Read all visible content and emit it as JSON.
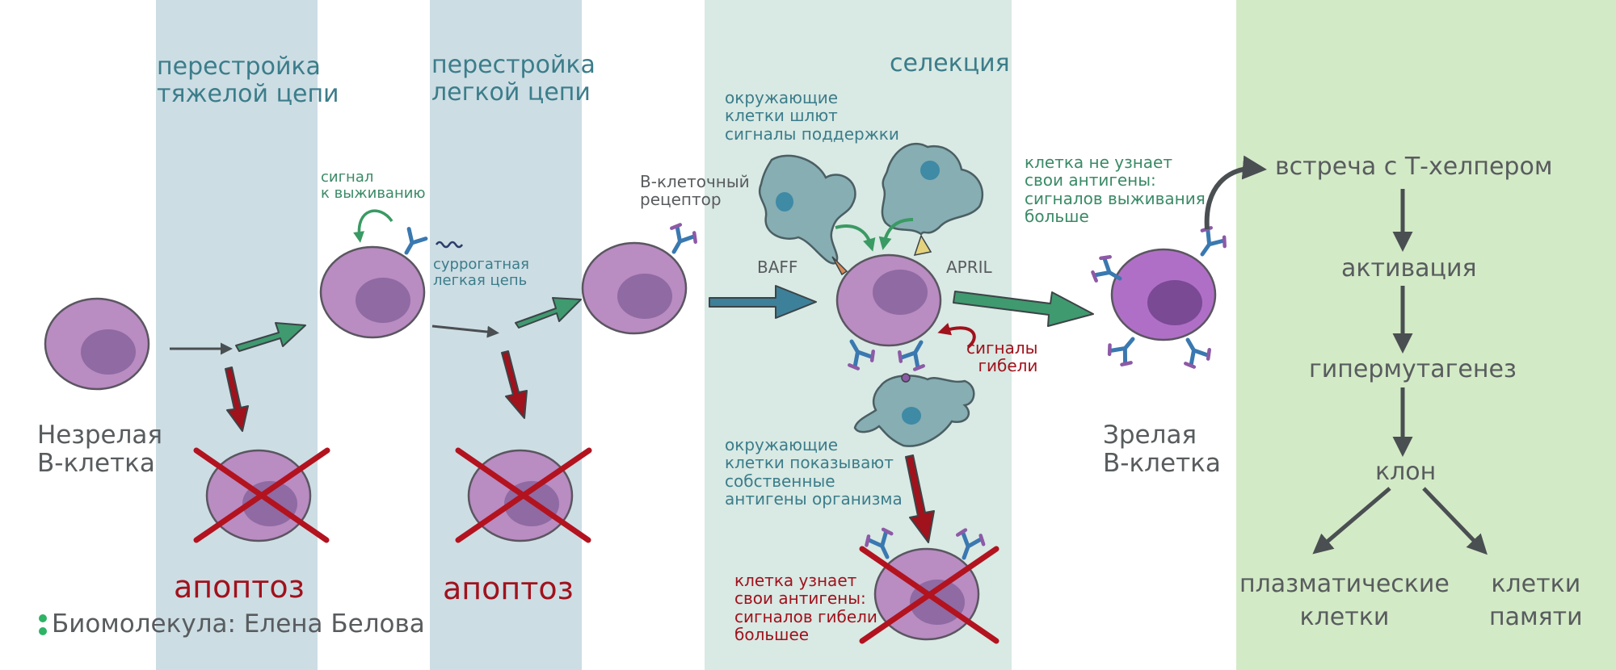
{
  "colors": {
    "band_blue": "#cddde4",
    "band_selection": "#d9e9e4",
    "band_green": "#d3eac6",
    "cell_fill": "#b98cc2",
    "cell_nucleus": "#8f6aa3",
    "mature_cell_fill": "#b06fc7",
    "arrow_green": "#3f9a6f",
    "arrow_blue": "#3d8099",
    "arrow_red": "#a0121c",
    "cross_red": "#b2131f",
    "antibody_blue": "#3a78b0",
    "antibody_purple": "#8d5aa6",
    "support_cell": "#86aeb3",
    "text_teal": "#3b7d8a",
    "text_gray": "#585c5e",
    "logo_green": "#2fb366"
  },
  "stages": {
    "heavy": "перестройка\nтяжелой цепи",
    "light": "перестройка\nлегкой цепи",
    "selection": "селекция"
  },
  "labels": {
    "immature": "Незрелая\nB-клетка",
    "mature": "Зрелая\nB-клетка",
    "apoptosis_1": "апоптоз",
    "apoptosis_2": "апоптоз",
    "survival_signal": "сигнал\nк выживанию",
    "surrogate_chain": "суррогатная\nлегкая цепь",
    "bcr": "B-клеточный\nрецептор",
    "support_signals": "окружающие\nклетки шлют\nсигналы поддержки",
    "baff": "BAFF",
    "april": "APRIL",
    "death_signals": "сигналы\nгибели",
    "show_antigens": "окружающие\nклетки показывают\nсобственные\nантигены организма",
    "recognizes_own": "клетка узнает\nсвои антигены:\nсигналов гибели\nбольшее",
    "not_recognizes": "клетка не узнает\nсвои антигены:\nсигналов выживания\nбольше"
  },
  "flow": {
    "t_helper": "встреча с Т-хелпером",
    "activation": "активация",
    "hypermutation": "гипермутагенез",
    "clone": "клон",
    "plasma": "плазматические\nклетки",
    "memory": "клетки\nпамяти"
  },
  "credit": {
    "icon": "colon-dots-icon",
    "text": "Биомолекула: Елена Белова"
  }
}
